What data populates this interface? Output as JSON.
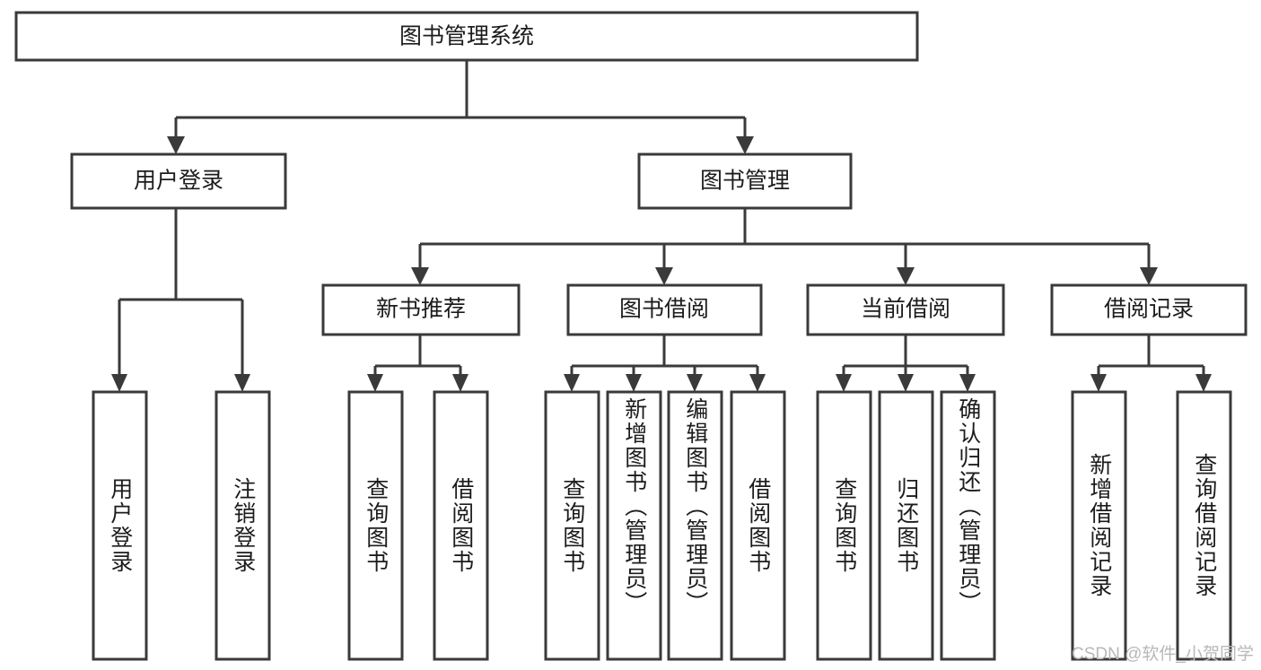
{
  "diagram": {
    "title": "图书管理系统",
    "watermark": "CSDN @软件_小贺同学",
    "colors": {
      "stroke": "#3a3a3a",
      "box_fill": "#ffffff",
      "text": "#1c1c1c",
      "background": "#ffffff",
      "watermark": "#b8b8b8"
    },
    "levels": {
      "root": "图书管理系统",
      "level2": [
        "用户登录",
        "图书管理"
      ],
      "level3": [
        "新书推荐",
        "图书借阅",
        "当前借阅",
        "借阅记录"
      ]
    },
    "nodes": {
      "root": {
        "label": "图书管理系统"
      },
      "user_login": {
        "label": "用户登录"
      },
      "book_manage": {
        "label": "图书管理"
      },
      "new_book_rec": {
        "label": "新书推荐"
      },
      "book_borrow": {
        "label": "图书借阅"
      },
      "current_borrow": {
        "label": "当前借阅"
      },
      "borrow_record": {
        "label": "借阅记录"
      },
      "leaf_user_login": {
        "label": "用户登录"
      },
      "leaf_logout": {
        "label": "注销登录"
      },
      "leaf_query_book_1": {
        "label": "查询图书"
      },
      "leaf_borrow_book_1": {
        "label": "借阅图书"
      },
      "leaf_query_book_2": {
        "label": "查询图书"
      },
      "leaf_add_book": {
        "label": "新增图书（管理员）"
      },
      "leaf_edit_book": {
        "label": "编辑图书（管理员）"
      },
      "leaf_borrow_book_2": {
        "label": "借阅图书"
      },
      "leaf_query_book_3": {
        "label": "查询图书"
      },
      "leaf_return_book": {
        "label": "归还图书"
      },
      "leaf_confirm_return": {
        "label": "确认归还（管理员）"
      },
      "leaf_add_record": {
        "label": "新增借阅记录"
      },
      "leaf_query_record": {
        "label": "查询借阅记录"
      }
    },
    "tree": {
      "name": "图书管理系统",
      "children": [
        {
          "name": "用户登录",
          "children": [
            {
              "name": "用户登录"
            },
            {
              "name": "注销登录"
            }
          ]
        },
        {
          "name": "图书管理",
          "children": [
            {
              "name": "新书推荐",
              "children": [
                {
                  "name": "查询图书"
                },
                {
                  "name": "借阅图书"
                }
              ]
            },
            {
              "name": "图书借阅",
              "children": [
                {
                  "name": "查询图书"
                },
                {
                  "name": "新增图书（管理员）"
                },
                {
                  "name": "编辑图书（管理员）"
                },
                {
                  "name": "借阅图书"
                }
              ]
            },
            {
              "name": "当前借阅",
              "children": [
                {
                  "name": "查询图书"
                },
                {
                  "name": "归还图书"
                },
                {
                  "name": "确认归还（管理员）"
                }
              ]
            },
            {
              "name": "借阅记录",
              "children": [
                {
                  "name": "新增借阅记录"
                },
                {
                  "name": "查询借阅记录"
                }
              ]
            }
          ]
        }
      ]
    }
  }
}
